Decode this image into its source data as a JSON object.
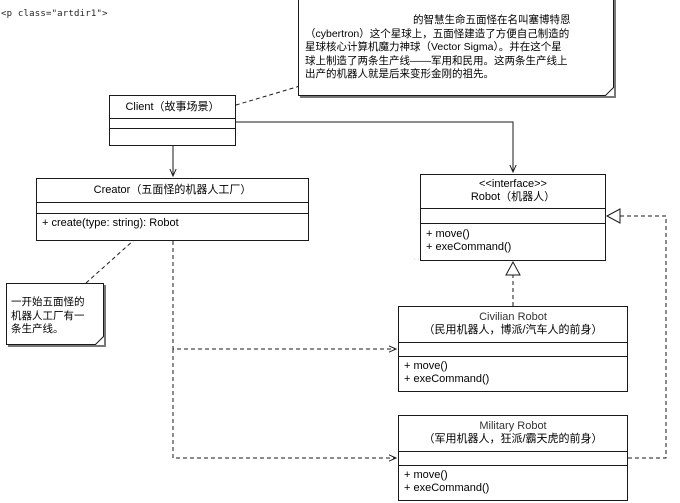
{
  "page": {
    "code_snippet": "<p class=\"artdir1\">"
  },
  "notes": {
    "story": {
      "lines": [
        "的智慧生命五面怪在名叫塞博特恩",
        "（cybertron）这个星球上，五面怪建造了方便自己制造的",
        "星球核心计算机魔力神球（Vector Sigma）。并在这个星",
        "球上制造了两条生产线——军用和民用。这两条生产线上",
        "出产的机器人就是后来变形金刚的祖先。"
      ]
    },
    "factory": {
      "lines": [
        "一开始五面怪的",
        "机器人工厂有一",
        "条生产线。"
      ]
    }
  },
  "classes": {
    "client": {
      "name": "Client（故事场景）"
    },
    "creator": {
      "name": "Creator（五面怪的机器人工厂）",
      "operations": [
        "+ create(type: string): Robot"
      ]
    },
    "robot": {
      "stereotype": "<<interface>>",
      "name": "Robot（机器人）",
      "operations": [
        "+ move()",
        "+ exeCommand()"
      ]
    },
    "civilian": {
      "name": "Civilian Robot",
      "subtitle": "（民用机器人，博派/汽车人的前身）",
      "operations": [
        "+ move()",
        "+ exeCommand()"
      ]
    },
    "military": {
      "name": "Military Robot",
      "subtitle": "（军用机器人，狂派/霸天虎的前身）",
      "operations": [
        "+ move()",
        "+ exeCommand()"
      ]
    }
  },
  "colors": {
    "line": "#1a1a1a",
    "note_shadow": "#777777"
  }
}
